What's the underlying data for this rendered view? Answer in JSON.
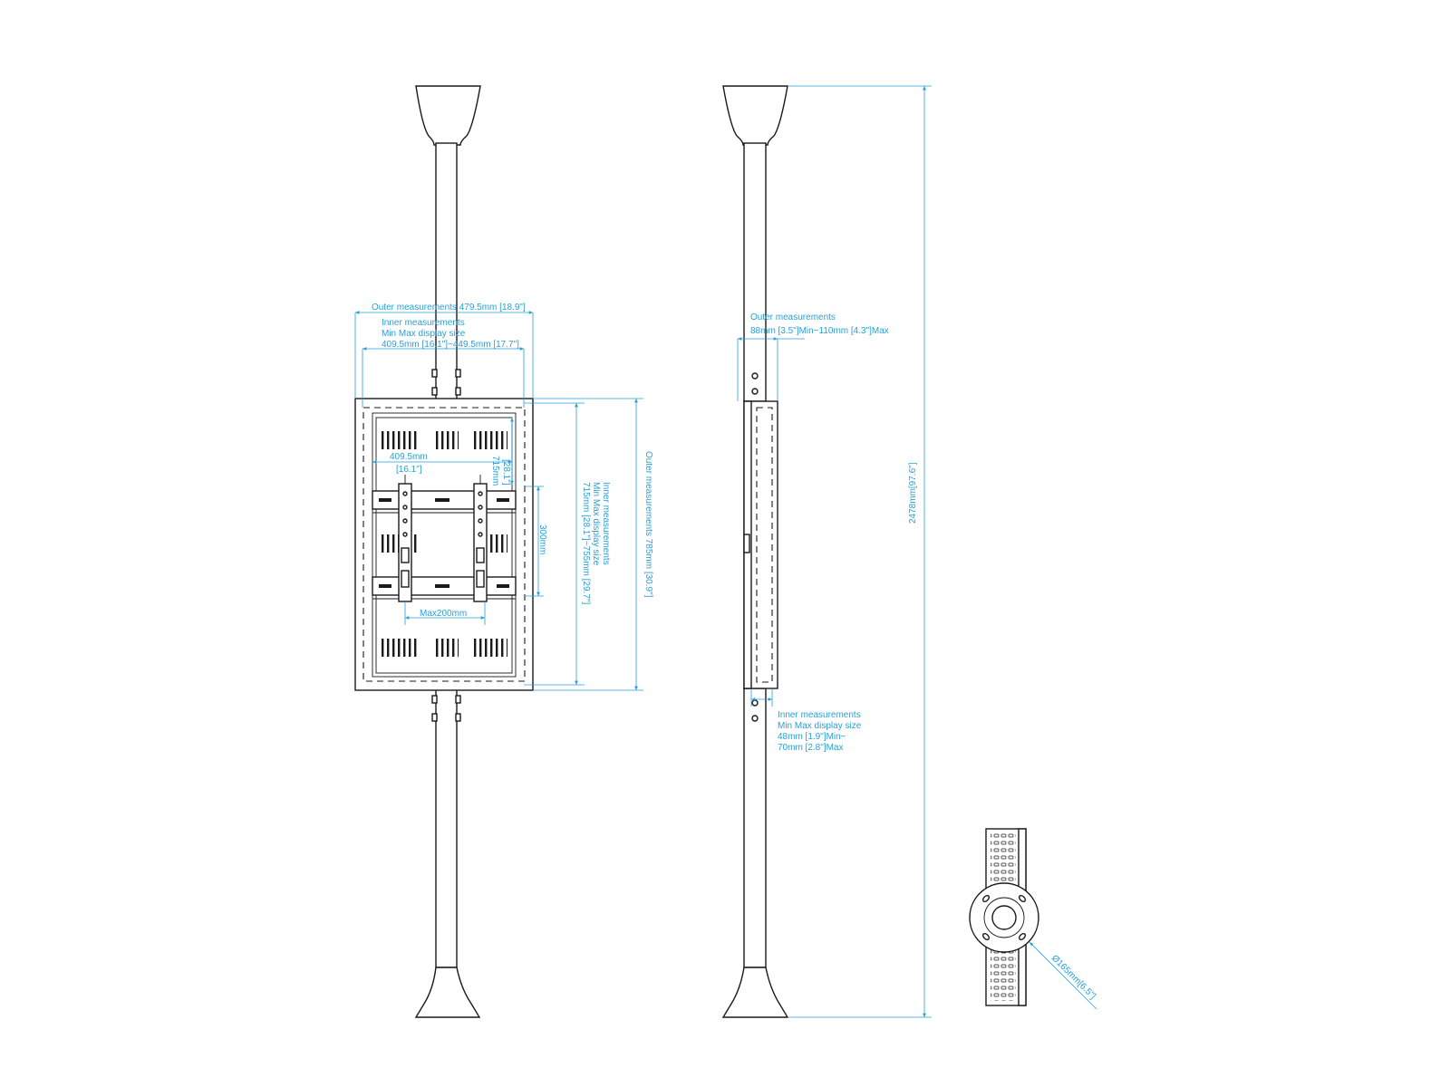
{
  "colors": {
    "line": "#1a1a1a",
    "dimension": "#2a9fd6",
    "background": "#ffffff"
  },
  "front_view": {
    "outer_width_label": "Outer measurements 479.5mm [18.9\"]",
    "inner_title": "Inner measurements",
    "inner_subtitle": "Min Max display size",
    "inner_width_range": "409.5mm [16.1\"]~449.5mm [17.7\"]",
    "bracket_spacing_mm": "409.5mm",
    "bracket_spacing_in": "[16.1\"]",
    "vesa_height_mm": "715mm",
    "vesa_height_in": "[28.1\"]",
    "vesa_vertical": "300mm",
    "vesa_horizontal": "Max200mm",
    "inner_height_title": "Inner measurements",
    "inner_height_subtitle": "Min Max display size",
    "inner_height_range": "715mm [28.1\"]~755mm [29.7\"]",
    "outer_height_label": "Outer measurements 785mm [30.9\"]"
  },
  "side_view": {
    "outer_title": "Outer measurements",
    "outer_depth_range": "88mm [3.5\"]Min~110mm [4.3\"]Max",
    "inner_title": "Inner measurements",
    "inner_subtitle": "Min Max display size",
    "inner_depth_line1": "48mm [1.9\"]Min~",
    "inner_depth_line2": "70mm [2.8\"]Max",
    "total_height": "2478mm[97.6\"]"
  },
  "top_view": {
    "diameter": "Ø165mm[6.5\"]"
  }
}
